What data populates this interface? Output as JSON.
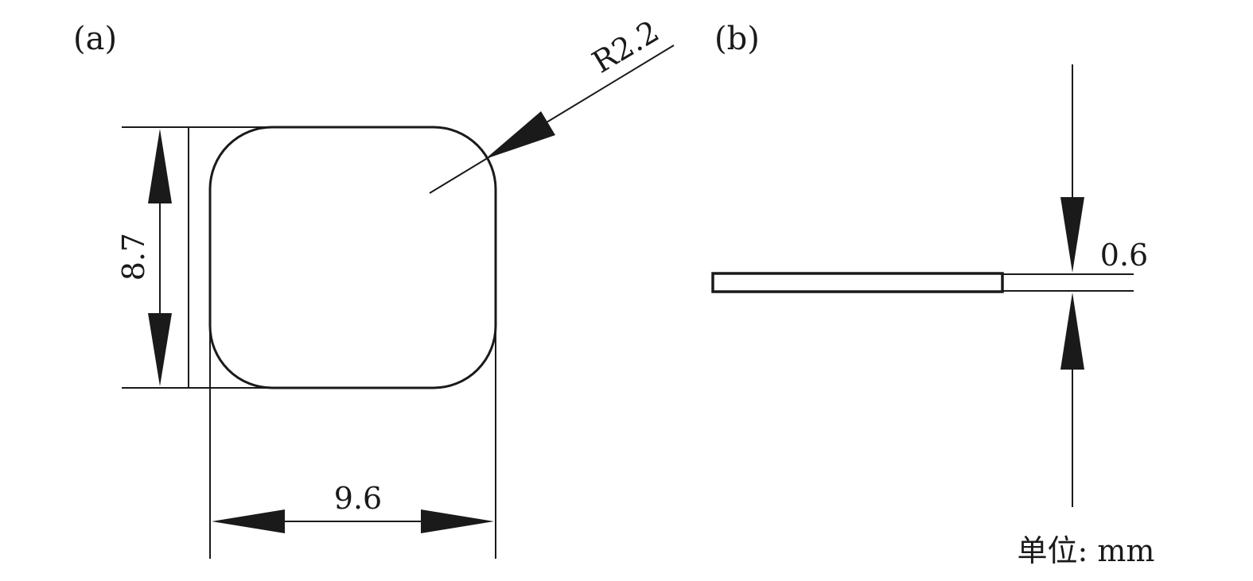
{
  "panel_a": {
    "label": "(a)",
    "height_dim": "8.7",
    "width_dim": "9.6",
    "radius_dim": "R2.2"
  },
  "panel_b": {
    "label": "(b)",
    "thickness_dim": "0.6"
  },
  "units": "单位: mm",
  "colors": {
    "line": "#1a1a1a",
    "background": "#ffffff"
  }
}
